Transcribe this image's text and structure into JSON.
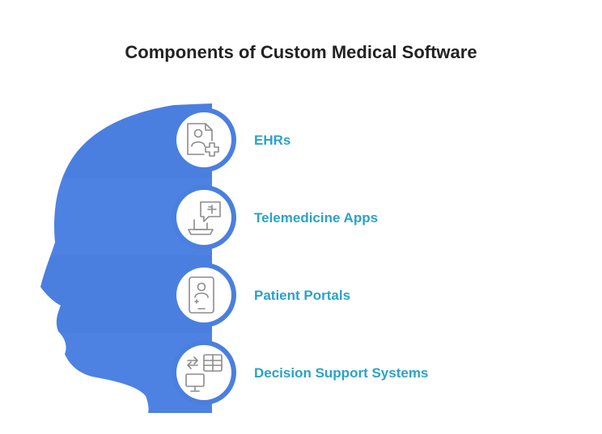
{
  "title": "Components of Custom Medical Software",
  "colors": {
    "head_fill": "#4a7fe0",
    "head_band": "#5a8ee8",
    "ring": "#4a7fe0",
    "icon_stroke": "#8c8c8c",
    "label": "#2aa2c9",
    "title": "#222222"
  },
  "items": [
    {
      "label": "EHRs",
      "icon": "patient-record-add-icon"
    },
    {
      "label": "Telemedicine Apps",
      "icon": "telemedicine-laptop-chat-icon"
    },
    {
      "label": "Patient Portals",
      "icon": "patient-portal-tablet-icon"
    },
    {
      "label": "Decision Support Systems",
      "icon": "decision-support-dashboard-icon"
    }
  ]
}
